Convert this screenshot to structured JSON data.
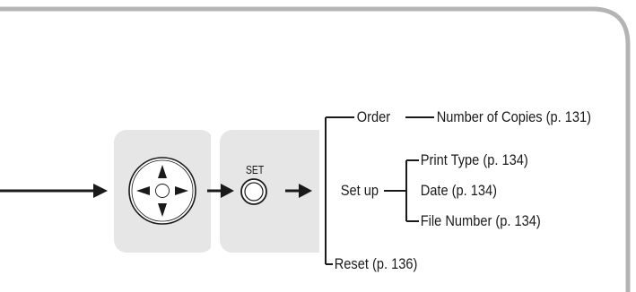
{
  "controls": {
    "set_button_label": "SET"
  },
  "menu": {
    "order": "Order",
    "number_of_copies": "Number of Copies (p. 131)",
    "set_up": "Set up",
    "print_type": "Print Type (p. 134)",
    "date": "Date (p. 134)",
    "file_number": "File Number (p. 134)",
    "reset": "Reset (p. 136)"
  },
  "colors": {
    "frame": "#b4b4b4",
    "panel": "#e6e6e6",
    "line": "#1a1a1a"
  }
}
